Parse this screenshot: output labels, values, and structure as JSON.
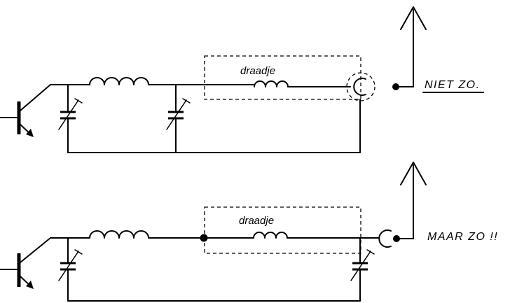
{
  "top_circuit": {
    "wire_label": "draadje",
    "caption": "NIET ZO."
  },
  "bottom_circuit": {
    "wire_label": "draadje",
    "caption": "MAAR ZO !!"
  }
}
